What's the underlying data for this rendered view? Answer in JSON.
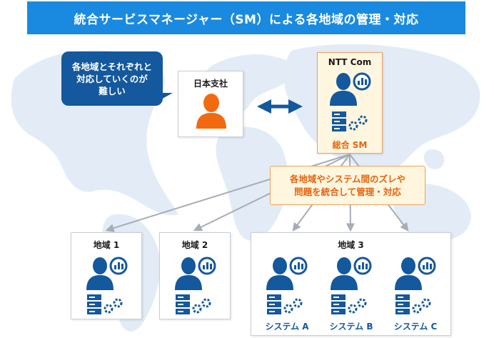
{
  "title": "統合サービスマネージャー（SM）による各地域の管理・対応",
  "bubble": {
    "lines": [
      "各地域とそれぞれと",
      "対応していくのが",
      "難しい"
    ]
  },
  "branch": {
    "label": "日本支社"
  },
  "ntt": {
    "label": "NTT Com",
    "sublabel": "総合 SM"
  },
  "note": {
    "lines": [
      "各地域やシステム間のズレや",
      "問題を統合して管理・対応"
    ]
  },
  "regions": [
    {
      "label": "地域 1"
    },
    {
      "label": "地域 2"
    },
    {
      "label": "地域 3"
    }
  ],
  "systems": [
    {
      "label": "システム A"
    },
    {
      "label": "システム B"
    },
    {
      "label": "システム C"
    }
  ],
  "colors": {
    "title_bg": "#1a8ae0",
    "bubble_bg": "#14589d",
    "person_blue": "#14589d",
    "person_orange": "#f26a10",
    "accent_orange": "#e8630d",
    "note_bg": "#fff6df",
    "map": "#e6eef7"
  },
  "icons": [
    "person-icon",
    "analytics-chart-icon",
    "server-icon",
    "gears-icon",
    "double-arrow-icon"
  ]
}
